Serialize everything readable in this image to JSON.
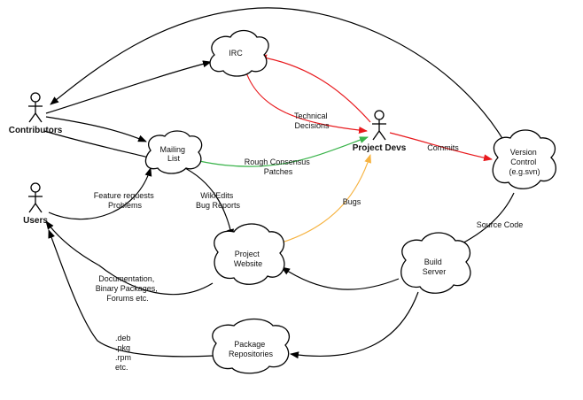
{
  "actors": {
    "contributors": "Contributors",
    "users": "Users",
    "project_devs": "Project Devs"
  },
  "nodes": {
    "irc": [
      "IRC"
    ],
    "mailing_list": [
      "Mailing",
      "List"
    ],
    "version_control": [
      "Version",
      "Control",
      "(e.g.svn)"
    ],
    "project_website": [
      "Project",
      "Website"
    ],
    "build_server": [
      "Build",
      "Server"
    ],
    "package_repositories": [
      "Package",
      "Repositories"
    ]
  },
  "edge_labels": {
    "technical_decisions": [
      "Technical",
      "Decisions"
    ],
    "commits": [
      "Commits"
    ],
    "rough_consensus": [
      "Rough Consensus",
      "Patches"
    ],
    "feature_requests": [
      "Feature requests",
      "Problems"
    ],
    "wikiedits": [
      "WikiEdits",
      "Bug Reports"
    ],
    "bugs": [
      "Bugs"
    ],
    "source_code": [
      "Source Code"
    ],
    "documentation": [
      "Documentation,",
      "Binary Packages,",
      "Forums etc."
    ],
    "packages": [
      ".deb",
      ".pkg",
      ".rpm",
      "etc."
    ]
  },
  "colors": {
    "default_edge": "#000000",
    "decision_edge": "#e8191d",
    "consensus_edge": "#39b34a",
    "bugs_edge": "#f6b341"
  }
}
